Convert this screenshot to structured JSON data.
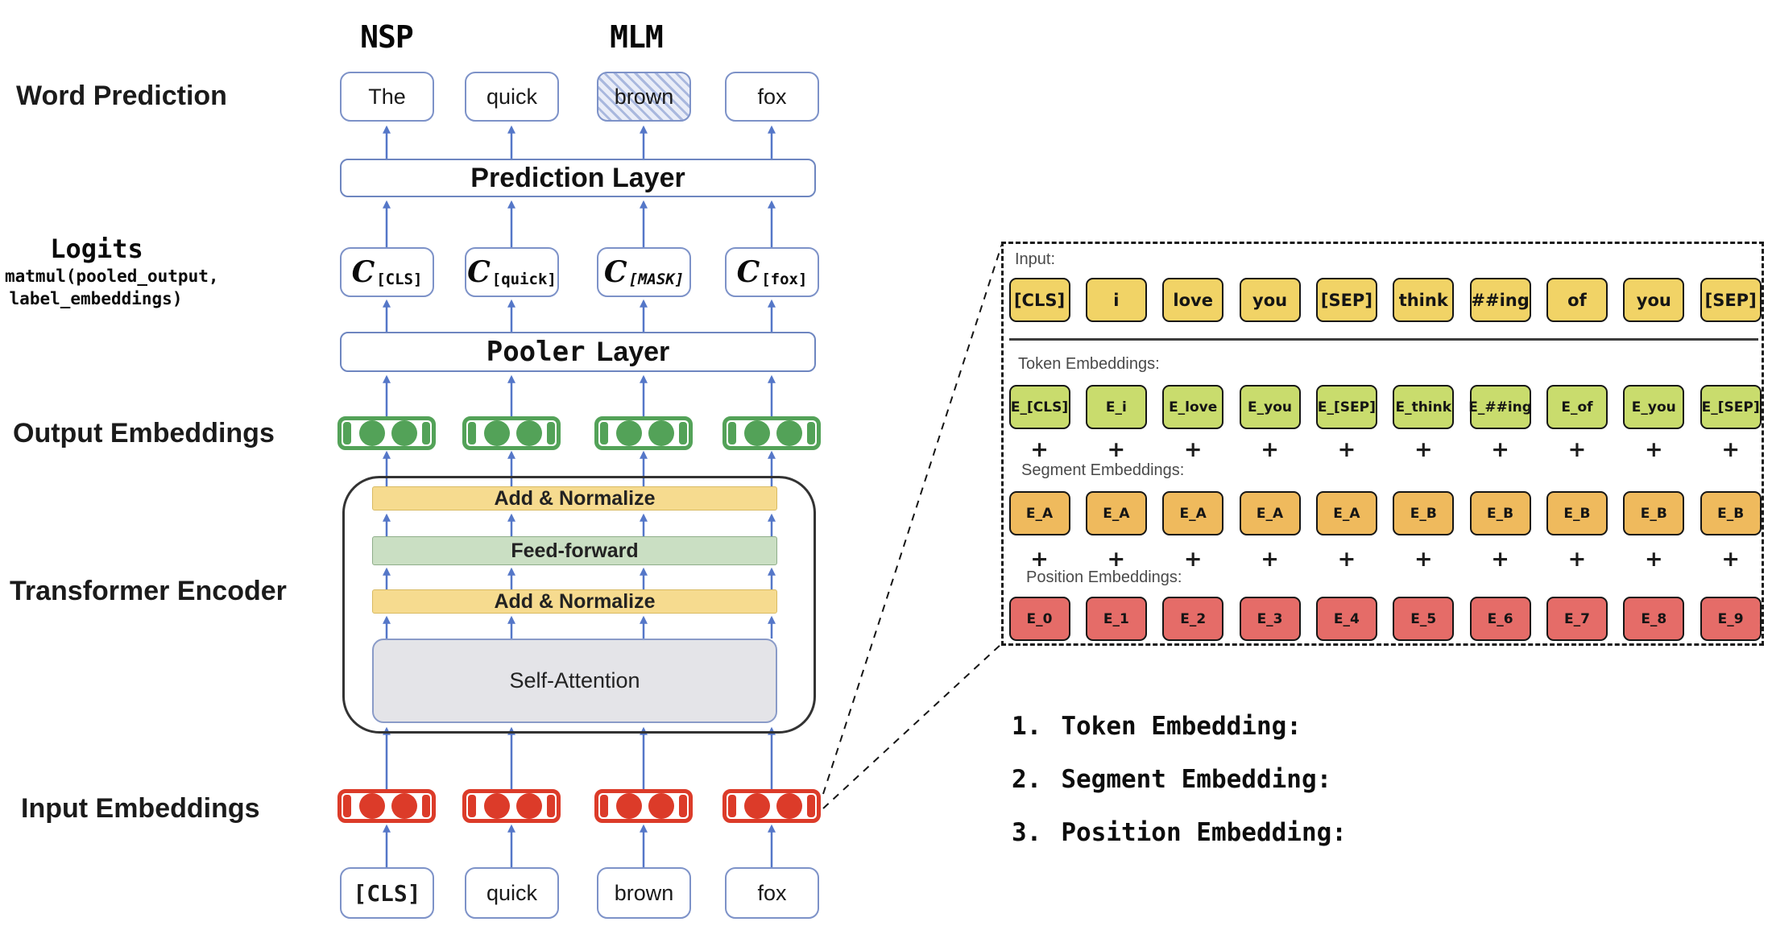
{
  "colors": {
    "arrow_blue": "#5577c8",
    "box_border_blue": "#7d92c8",
    "green_capsule": "#53a258",
    "red_capsule": "#dc3b29",
    "add_normalize_yellow": "#f6db8f",
    "feed_forward_green": "#cadfc3",
    "self_attention_gray": "#e4e4e8",
    "input_token_yellow": "#f1d366",
    "token_embedding_green": "#c9dc6d",
    "segment_embedding_orange": "#efba5d",
    "position_embedding_red": "#e56c68"
  },
  "left_diagram": {
    "nsp_label": "NSP",
    "mlm_label": "MLM",
    "word_prediction_label": "Word Prediction",
    "logits_label": "Logits",
    "logits_sub_line1": "matmul(pooled_output,",
    "logits_sub_line2": "label_embeddings)",
    "output_embeddings_label": "Output Embeddings",
    "transformer_encoder_label": "Transformer Encoder",
    "input_embeddings_label": "Input Embeddings",
    "predicted_words": [
      "The",
      "quick",
      "brown",
      "fox"
    ],
    "masked_word_index": 2,
    "prediction_layer_label": "Prediction Layer",
    "logit_cells": [
      {
        "main": "C",
        "sub": "[CLS]",
        "italic_sub": false
      },
      {
        "main": "C",
        "sub": "[quick]",
        "italic_sub": false
      },
      {
        "main": "C",
        "sub": "[MASK]",
        "italic_sub": true
      },
      {
        "main": "C",
        "sub": "[fox]",
        "italic_sub": false
      }
    ],
    "pooler_layer_bold": "Pooler",
    "pooler_layer_rest": "Layer",
    "encoder_layers": [
      "Add & Normalize",
      "Feed-forward",
      "Add & Normalize",
      "Self-Attention"
    ],
    "input_tokens": [
      "[CLS]",
      "quick",
      "brown",
      "fox"
    ],
    "mono_input_token_index": 0
  },
  "right_panel": {
    "input_label": "Input:",
    "input_tokens": [
      "[CLS]",
      "i",
      "love",
      "you",
      "[SEP]",
      "think",
      "##ing",
      "of",
      "you",
      "[SEP]"
    ],
    "token_embeddings_label": "Token Embeddings:",
    "token_embeddings": [
      "E_[CLS]",
      "E_i",
      "E_love",
      "E_you",
      "E_[SEP]",
      "E_think",
      "E_##ing",
      "E_of",
      "E_you",
      "E_[SEP]"
    ],
    "segment_embeddings_label": "Segment Embeddings:",
    "segment_embeddings": [
      "E_A",
      "E_A",
      "E_A",
      "E_A",
      "E_A",
      "E_B",
      "E_B",
      "E_B",
      "E_B",
      "E_B"
    ],
    "position_embeddings_label": "Position Embeddings:",
    "position_embeddings": [
      "E_0",
      "E_1",
      "E_2",
      "E_3",
      "E_4",
      "E_5",
      "E_6",
      "E_7",
      "E_8",
      "E_9"
    ],
    "plus_sign": "+",
    "notes": [
      {
        "num": "1.",
        "text": "Token Embedding:"
      },
      {
        "num": "2.",
        "text": "Segment Embedding:"
      },
      {
        "num": "3.",
        "text": "Position Embedding:"
      }
    ]
  }
}
